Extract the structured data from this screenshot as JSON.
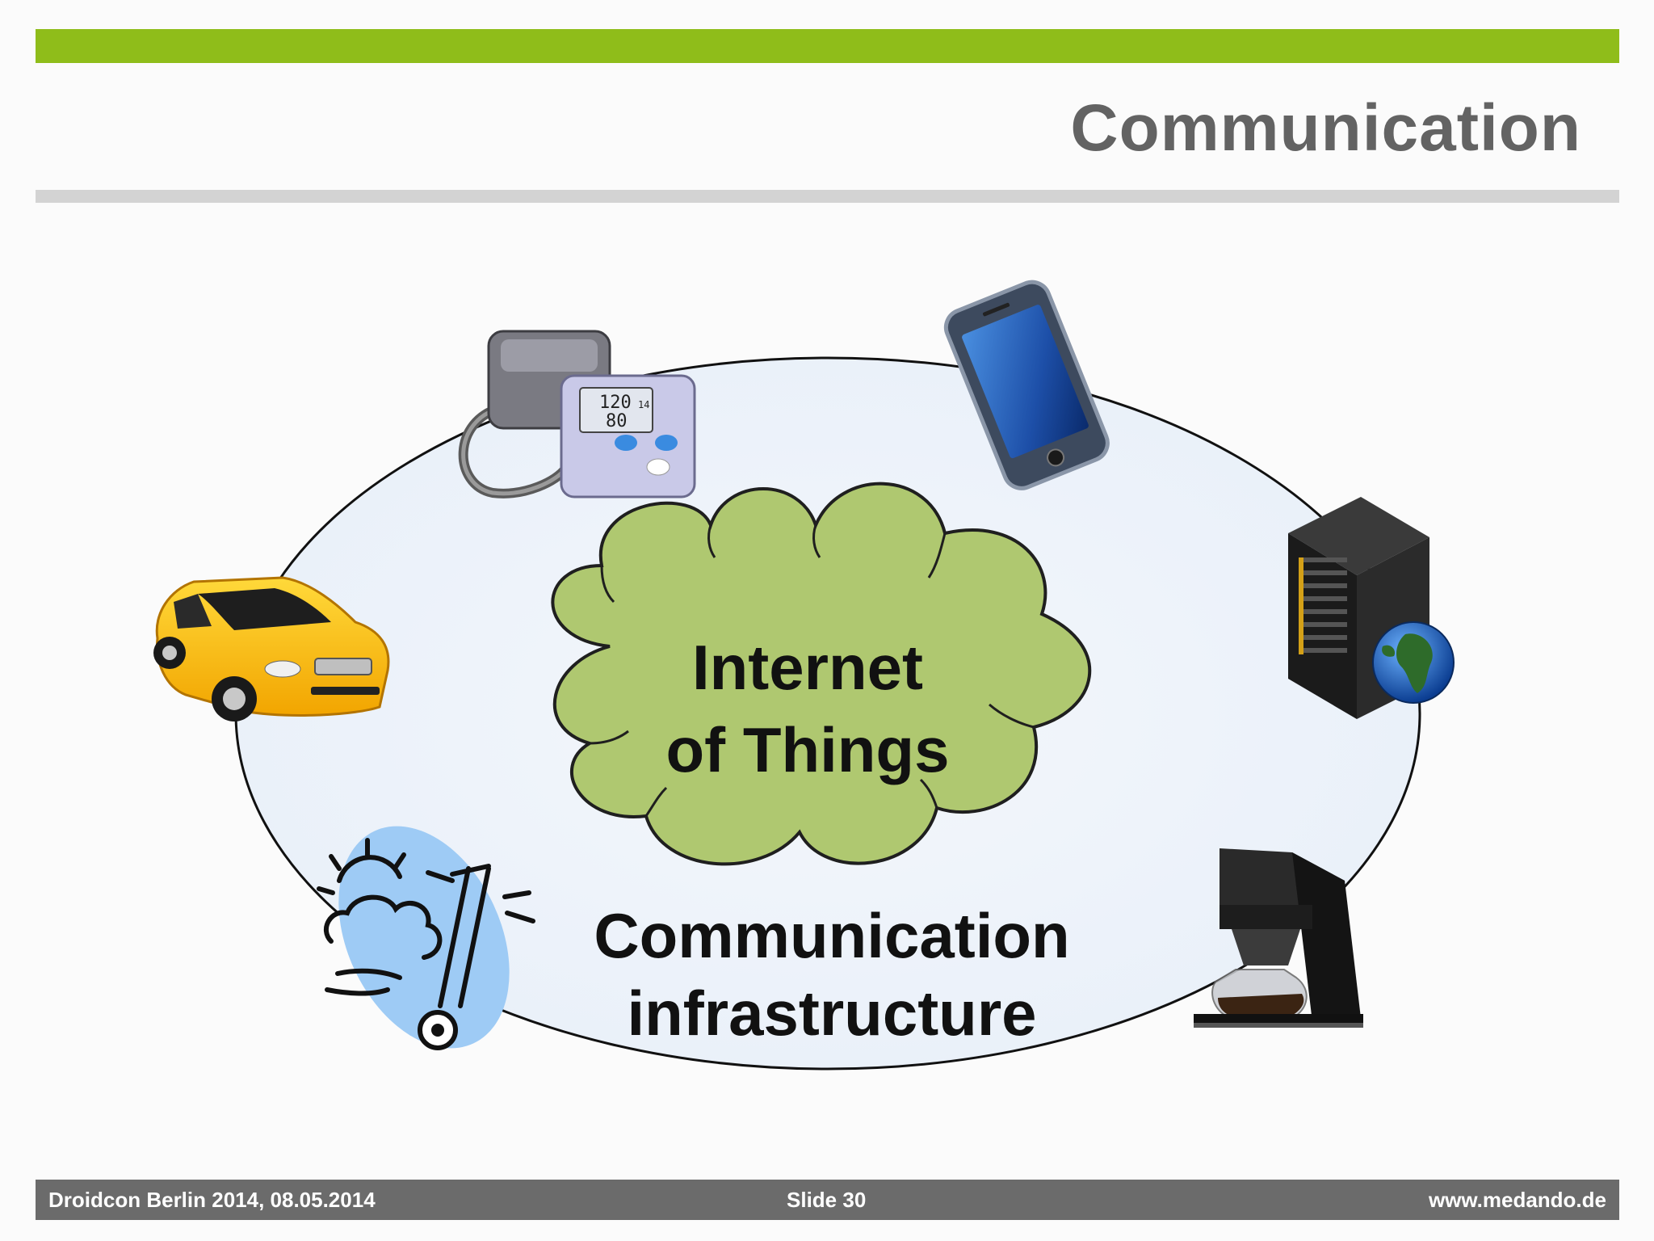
{
  "slide": {
    "title": "Communication",
    "accent_color": "#8fbd1a"
  },
  "diagram": {
    "cloud_label_line1": "Internet",
    "cloud_label_line2": "of Things",
    "ring_label_line1": "Communication",
    "ring_label_line2": "infrastructure",
    "cloud_color": "#afc870",
    "ring_fill_color": "#eaf1f8",
    "devices": [
      {
        "name": "blood-pressure-monitor",
        "display_values": [
          "120",
          "80",
          "14"
        ]
      },
      {
        "name": "smartphone"
      },
      {
        "name": "server-with-globe"
      },
      {
        "name": "coffee-maker"
      },
      {
        "name": "weather-thermometer"
      },
      {
        "name": "car"
      }
    ]
  },
  "footer": {
    "left": "Droidcon Berlin 2014, 08.05.2014",
    "center": "Slide 30",
    "right": "www.medando.de",
    "background_color": "#6b6b6b"
  }
}
